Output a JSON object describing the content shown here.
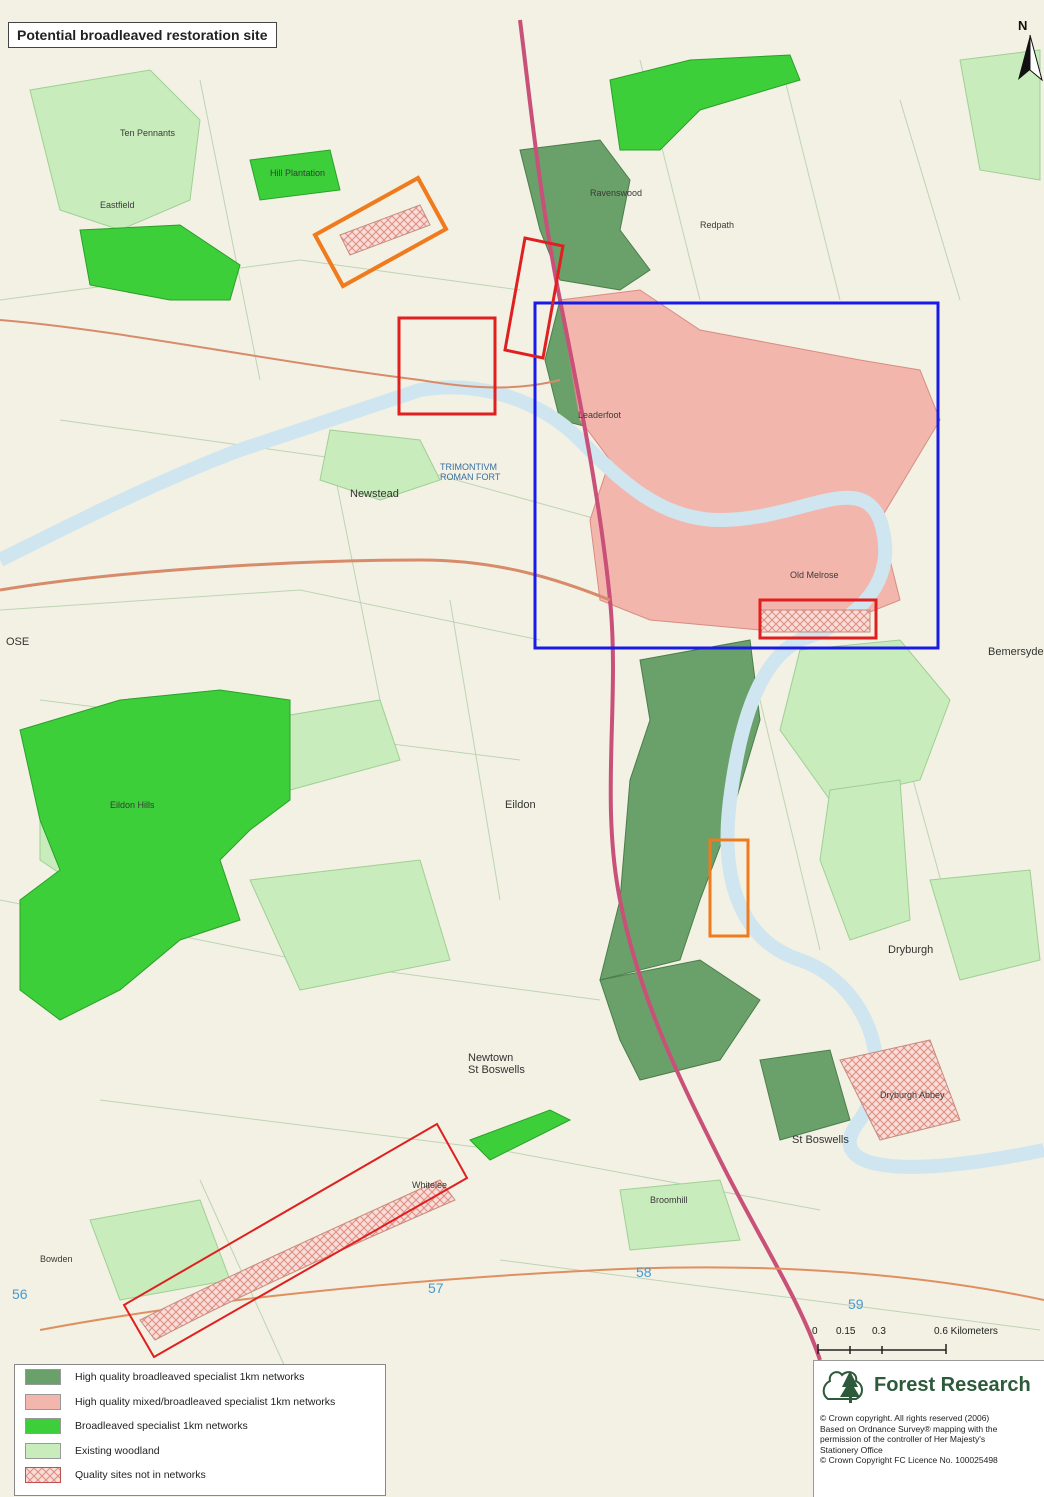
{
  "title": "Potential broadleaved restoration site",
  "north_label": "N",
  "grid_labels": [
    "56",
    "57",
    "58",
    "59"
  ],
  "scale": {
    "ticks": [
      "0",
      "0.15",
      "0.3",
      "0.6 Kilometers"
    ]
  },
  "place_labels": [
    "Newstead",
    "TRIMONTIVM\nROMAN FORT",
    "Eildon",
    "Newtown\nSt Boswells",
    "St Boswells",
    "Dryburgh",
    "Bemersyde",
    "OSE"
  ],
  "minor_labels": [
    "Ten Pennants",
    "Hill Plantation",
    "Eastfield",
    "Leaderfoot",
    "Redpath",
    "Ravenswood",
    "Old Melrose",
    "Eildon Hills",
    "Dryburgh Abbey",
    "Bowden",
    "Whitelee",
    "Broomhill"
  ],
  "legend": {
    "items": [
      {
        "label": "High quality broadleaved specialist 1km networks",
        "color": "#6aa06a"
      },
      {
        "label": "High quality mixed/broadleaved specialist 1km networks",
        "color": "#f3b6ad"
      },
      {
        "label": "Broadleaved specialist 1km networks",
        "color": "#3ccf3a"
      },
      {
        "label": "Existing woodland",
        "color": "#c9ecbc"
      },
      {
        "label": "Quality sites not in networks",
        "color": "#e5c3bd"
      }
    ]
  },
  "logo": {
    "name": "Forest Research",
    "copyright": [
      "© Crown copyright. All rights reserved (2006)",
      "Based on Ordnance Survey® mapping with the",
      "permission of the controller of Her Majesty's",
      "Stationery Office",
      "© Crown Copyright FC Licence No. 100025498"
    ]
  },
  "colors": {
    "map_bg": "#f4f3e6",
    "river": "#cfe5ef",
    "road": "#c95078",
    "blue_box": "#1a1ae6",
    "red_box": "#e02020",
    "orange_box": "#f07a1e"
  }
}
